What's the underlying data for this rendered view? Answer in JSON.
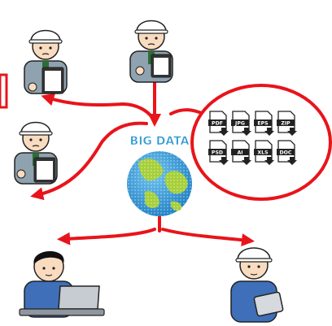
{
  "center": {
    "label": "BIG DATA"
  },
  "files": {
    "row1": [
      "PDF",
      "JPG",
      "EPS",
      "ZIP"
    ],
    "row2": [
      "PSD",
      "AI",
      "XLS",
      "DOC"
    ]
  },
  "colors": {
    "arrow": "#e8141b",
    "ellipse": "#e8141b",
    "globe_land": "#9ccc3a",
    "globe_sea": "#2e9ad6",
    "helmet": "#ffffff",
    "shirt": "#8fa2b0",
    "worker_shirt": "#3f6fb8"
  }
}
